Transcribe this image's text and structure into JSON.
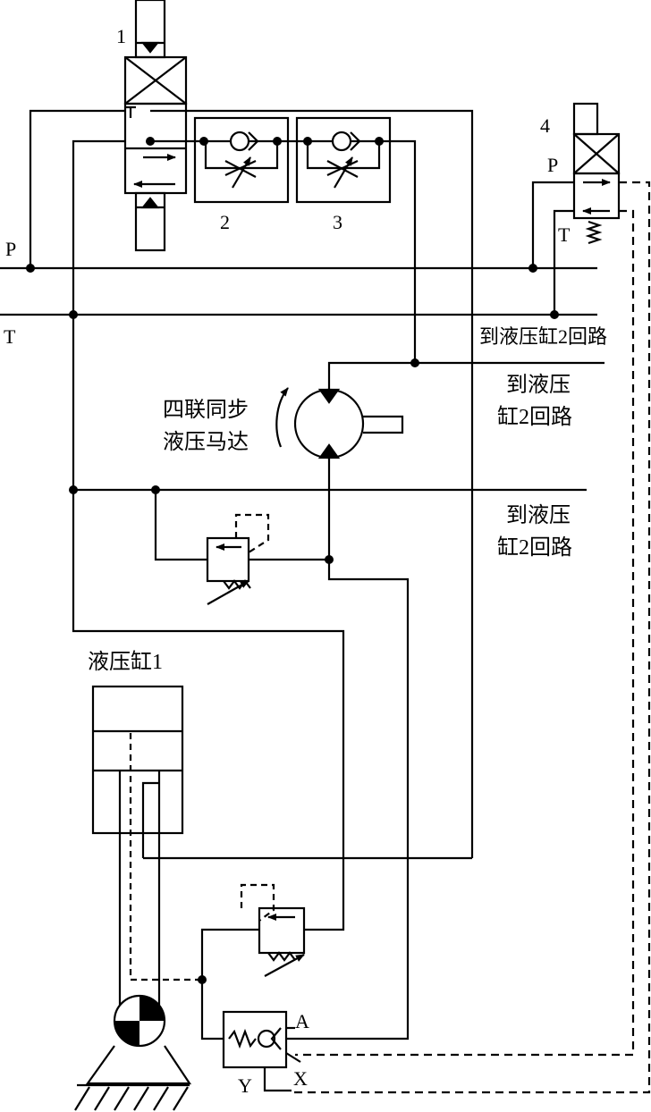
{
  "labels": {
    "valve1": "1",
    "valve2": "2",
    "valve3": "3",
    "valve4": "4",
    "line_p": "P",
    "line_t": "T",
    "valve4_p": "P",
    "valve4_t": "T",
    "to_cyl2_a": "到液压缸2回路",
    "to_cyl2_b_1": "到液压",
    "to_cyl2_b_2": "缸2回路",
    "to_cyl2_c_1": "到液压",
    "to_cyl2_c_2": "缸2回路",
    "motor_1": "四联同步",
    "motor_2": "液压马达",
    "cylinder": "液压缸1",
    "port_a": "A",
    "port_x": "X",
    "port_y": "Y"
  }
}
